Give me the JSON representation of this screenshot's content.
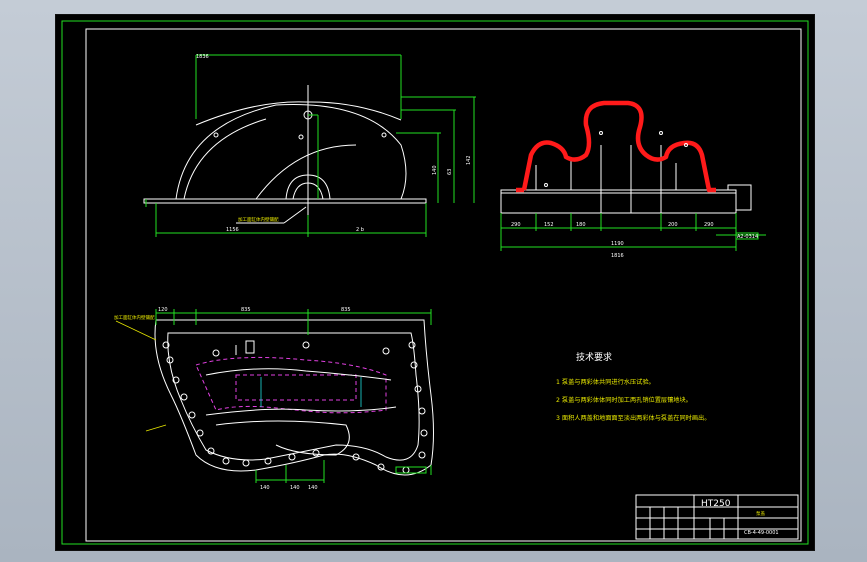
{
  "drawing": {
    "tech_requirements": {
      "title": "技术要求",
      "items": [
        "1 泵盖与两彩体共同进行水压试验。",
        "2 泵盖与两彩体体同时加工两孔销位置层镶地块。",
        "3 面积人两盖和地面面至淡出两彩体与泵盖在同时画出。"
      ]
    },
    "title_block": {
      "material": "HT250",
      "part_name": "泵盖",
      "drawing_no": "CB-4-49-0001"
    },
    "front_view": {
      "dims": [
        "1836",
        "1156",
        "2 b"
      ],
      "note": "加工面缸体内壁镶配"
    },
    "side_view": {
      "dims": [
        "1190",
        "1816",
        "152",
        "180",
        "290",
        "200",
        "290"
      ],
      "tag": "A2-0314"
    },
    "plan_view": {
      "dims": [
        "120",
        "835",
        "835",
        "140",
        "140",
        "140"
      ],
      "note": "加工面缸体内壁镶配"
    }
  },
  "colors": {
    "outline": "#ffffff",
    "dimension": "#22e022",
    "hidden": "#e040e0",
    "annotation": "#e8e800",
    "section": "#ff1a1a"
  }
}
